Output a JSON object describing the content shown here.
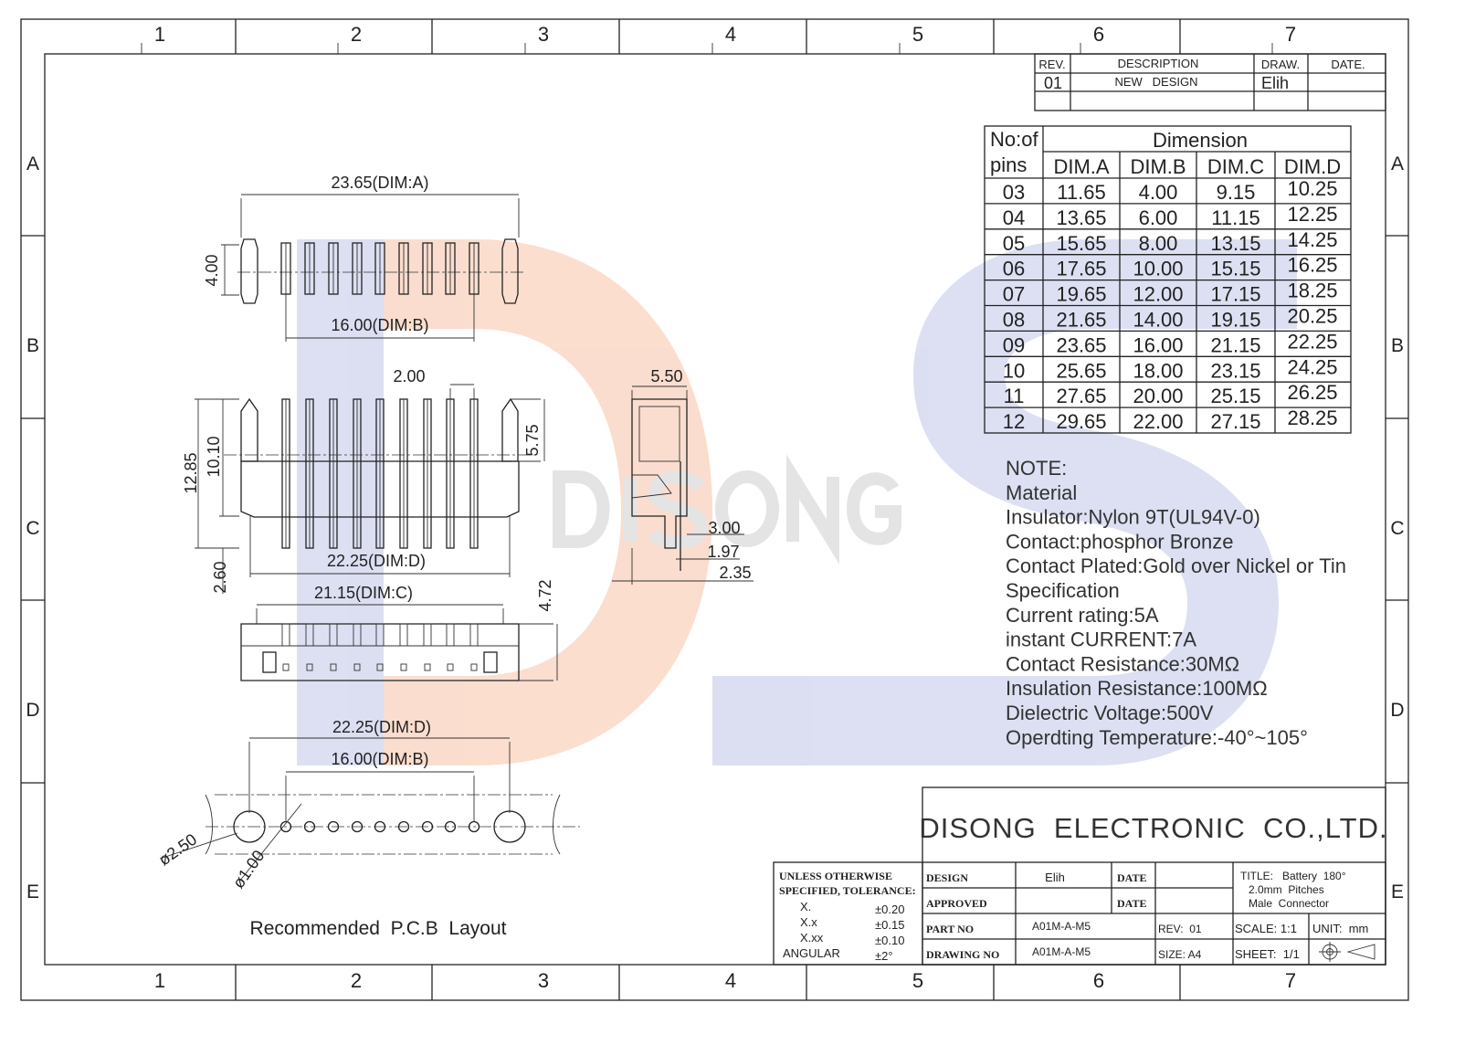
{
  "frame": {
    "columns": [
      "1",
      "2",
      "3",
      "4",
      "5",
      "6",
      "7"
    ],
    "rows": [
      "A",
      "B",
      "C",
      "D",
      "E"
    ]
  },
  "watermark": {
    "text": "DISONG",
    "colors": {
      "blue": "#d6daf0",
      "orange": "#fad8c6",
      "gray": "#e4e4e4"
    }
  },
  "revision_table": {
    "headers": [
      "REV.",
      "DESCRIPTION",
      "DRAW.",
      "DATE."
    ],
    "rows": [
      [
        "01",
        "NEW   DESIGN",
        "Elih",
        ""
      ]
    ]
  },
  "dimension_table": {
    "pins_header": "No:of",
    "pins_header2": "pins",
    "group_header": "Dimension",
    "columns": [
      "DIM.A",
      "DIM.B",
      "DIM.C",
      "DIM.D"
    ],
    "rows": [
      [
        "03",
        "11.65",
        "4.00",
        "9.15",
        "10.25"
      ],
      [
        "04",
        "13.65",
        "6.00",
        "11.15",
        "12.25"
      ],
      [
        "05",
        "15.65",
        "8.00",
        "13.15",
        "14.25"
      ],
      [
        "06",
        "17.65",
        "10.00",
        "15.15",
        "16.25"
      ],
      [
        "07",
        "19.65",
        "12.00",
        "17.15",
        "18.25"
      ],
      [
        "08",
        "21.65",
        "14.00",
        "19.15",
        "20.25"
      ],
      [
        "09",
        "23.65",
        "16.00",
        "21.15",
        "22.25"
      ],
      [
        "10",
        "25.65",
        "18.00",
        "23.15",
        "24.25"
      ],
      [
        "11",
        "27.65",
        "20.00",
        "25.15",
        "26.25"
      ],
      [
        "12",
        "29.65",
        "22.00",
        "27.15",
        "28.25"
      ]
    ]
  },
  "notes": [
    "NOTE:",
    "Material",
    "Insulator:Nylon  9T(UL94V-0)",
    "Contact:phosphor  Bronze",
    "Contact  Plated:Gold  over  Nickel  or  Tin",
    "Specification",
    "Current  rating:5A",
    "instant  CURRENT:7A",
    "Contact  Resistance:30MΩ",
    "Insulation  Resistance:100MΩ",
    "Dielectric  Voltage:500V",
    "Operdting  Temperature:-40°~105°"
  ],
  "dimensions": {
    "top_a": "23.65(DIM:A)",
    "top_h": "4.00",
    "top_b": "16.00(DIM:B)",
    "front_pitch": "2.00",
    "front_total_h": "12.85",
    "front_h": "10.10",
    "front_top": "5.75",
    "front_tail": "2.60",
    "front_d": "22.25(DIM:D)",
    "side_w": "5.50",
    "side_1": "3.00",
    "side_2": "1.97",
    "side_3": "2.35",
    "bottom_c": "21.15(DIM:C)",
    "bottom_h": "4.72",
    "pcb_d": "22.25(DIM:D)",
    "pcb_b": "16.00(DIM:B)",
    "pcb_big_hole": "ø2.50",
    "pcb_small_hole": "ø1.00",
    "pcb_caption": "Recommended  P.C.B  Layout"
  },
  "title_block": {
    "company": "DISONG  ELECTRONIC  CO.,LTD.",
    "tolerance_title1": "UNLESS OTHERWISE",
    "tolerance_title2": "SPECIFIED, TOLERANCE:",
    "tolerances": [
      [
        "X.",
        "±0.20"
      ],
      [
        "X.x",
        "±0.15"
      ],
      [
        "X.xx",
        "±0.10"
      ],
      [
        "ANGULAR",
        "±2°"
      ]
    ],
    "design_label": "DESIGN",
    "design_value": "Elih",
    "approved_label": "APPROVED",
    "date_label": "DATE",
    "part_no_label": "PART NO",
    "part_no": "A01M-A-M5",
    "drawing_no_label": "DRAWING NO",
    "drawing_no": "A01M-A-M5",
    "rev": "REV:  01",
    "size": "SIZE: A4",
    "title1": "TITLE:   Battery  180°",
    "title2": "2.0mm  Pitches",
    "title3": "Male  Connector",
    "scale": "SCALE: 1:1",
    "unit": "UNIT:  mm",
    "sheet": "SHEET:  1/1"
  }
}
